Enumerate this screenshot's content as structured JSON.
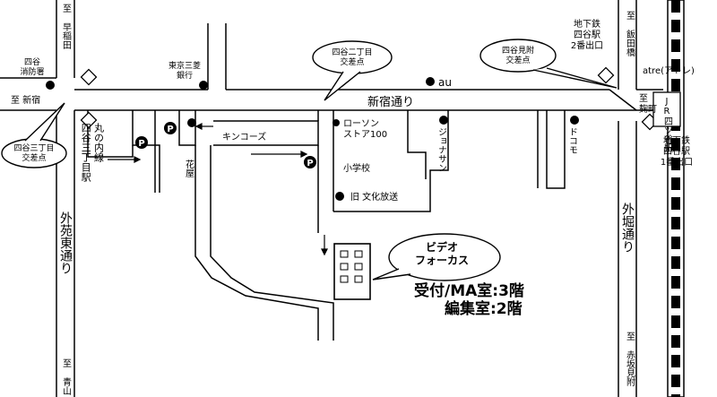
{
  "labels": {
    "to_waseda": "至 早稲田",
    "yotsuya_fire": "四谷\n消防署",
    "to_shinjuku": "至 新宿",
    "yotsuya3_crossing": "四谷三丁目\n交差点",
    "tokyo_mitsubishi": "東京三菱\n銀行",
    "yotsuya2_crossing": "四谷二丁目\n交差点",
    "yotsuya_mitsuke": "四谷見附\n交差点",
    "subway_exit2": "地下鉄\n四谷駅\n2番出口",
    "to_iidabashi": "至 飯田橋",
    "atre": "atre(アトレ)",
    "to_kojimachi": "至\n麹町",
    "jr_yotsuya": "JR四ツ谷駅",
    "subway_exit1": "地下鉄\n四谷駅\n1番出口",
    "au": "au",
    "shinjuku_dori": "新宿通り",
    "kinkos": "キンコーズ",
    "lawson": "ローソン\nストア100",
    "elementary_school": "小学校",
    "jonathan": "ジョナサン",
    "docomo": "ドコモ",
    "florist": "花屋",
    "marunouchi_line": "丸の内線\n四谷三丁目駅",
    "old_bunka": "旧 文化放送",
    "gaien_higashi": "外苑東通り",
    "sotobori": "外堀通り",
    "to_aoyama": "至 青山",
    "to_akasaka": "至 赤坂見附",
    "parking": "P",
    "video_focus": "ビデオ\nフォーカス",
    "reception": "受付/MA室:3階",
    "editing": "編集室:2階"
  }
}
